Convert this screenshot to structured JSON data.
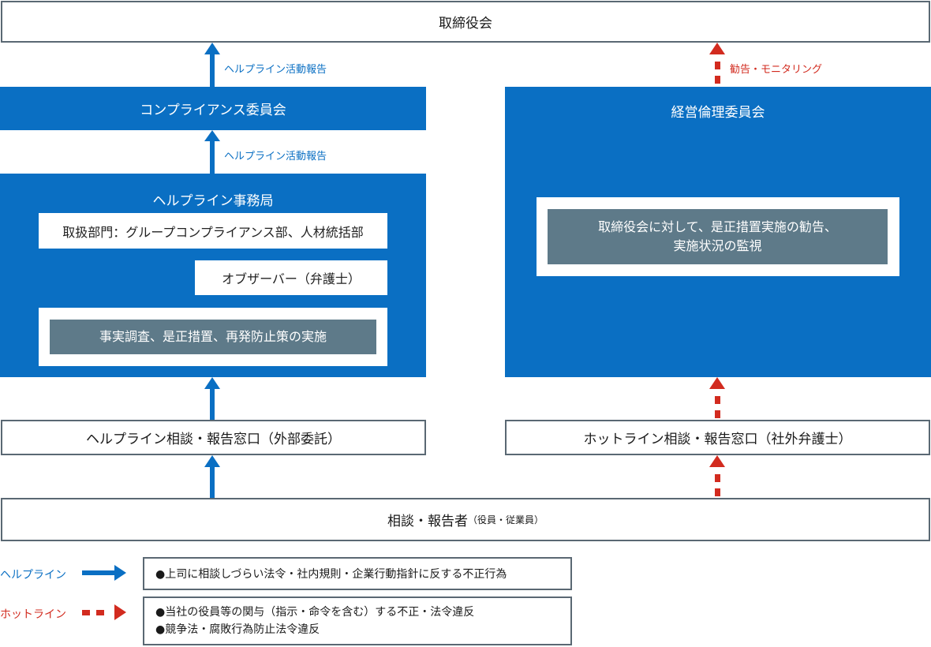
{
  "board": {
    "label": "取締役会"
  },
  "arrows": {
    "helpline_report_1": "ヘルプライン活動報告",
    "helpline_report_2": "ヘルプライン活動報告",
    "recommendation": "勧告・モニタリング"
  },
  "compliance_committee": {
    "label": "コンプライアンス委員会"
  },
  "ethics_committee": {
    "label": "経営倫理委員会",
    "task_line1": "取締役会に対して、是正措置実施の勧告、",
    "task_line2": "実施状況の監視"
  },
  "secretariat": {
    "title": "ヘルプライン事務局",
    "department": "取扱部門：グループコンプライアンス部、人材統括部",
    "observer": "オブザーバー（弁護士）",
    "action": "事実調査、是正措置、再発防止策の実施"
  },
  "helpline_window": {
    "label": "ヘルプライン相談・報告窓口（外部委託）"
  },
  "hotline_window": {
    "label": "ホットライン相談・報告窓口（社外弁護士）"
  },
  "reporter": {
    "label": "相談・報告者",
    "sub": "（役員・従業員）"
  },
  "legend": {
    "helpline": {
      "name": "ヘルプライン",
      "item1": "●上司に相談しづらい法令・社内規則・企業行動指針に反する不正行為",
      "color": "#0a6fc3"
    },
    "hotline": {
      "name": "ホットライン",
      "item1": "●当社の役員等の関与（指示・命令を含む）する不正・法令違反",
      "item2": "●競争法・腐敗行為防止法令違反",
      "color": "#d22b1f"
    }
  }
}
